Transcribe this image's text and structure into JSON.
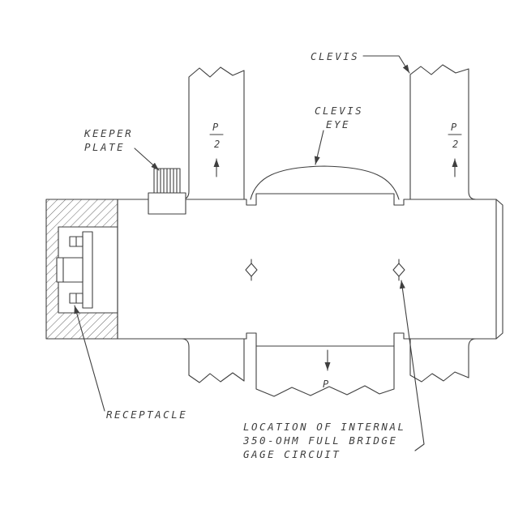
{
  "colors": {
    "line": "#3f3f3f",
    "background": "#ffffff"
  },
  "labels": {
    "clevis": "CLEVIS",
    "clevis_eye": {
      "line1": "CLEVIS",
      "line2": "EYE"
    },
    "keeper_plate": {
      "line1": "KEEPER",
      "line2": "PLATE"
    },
    "receptacle": "RECEPTACLE",
    "gage_note": {
      "line1": "LOCATION OF INTERNAL",
      "line2": "350-OHM FULL BRIDGE",
      "line3": "GAGE CIRCUIT"
    },
    "load_left": {
      "numerator": "P",
      "denominator": "2"
    },
    "load_right": {
      "numerator": "P",
      "denominator": "2"
    },
    "load_bottom": "P"
  },
  "symbols": {
    "gage_marker": "diamond-with-centerline",
    "load_direction": "arrow",
    "section_fill": "diagonal-hatch"
  }
}
